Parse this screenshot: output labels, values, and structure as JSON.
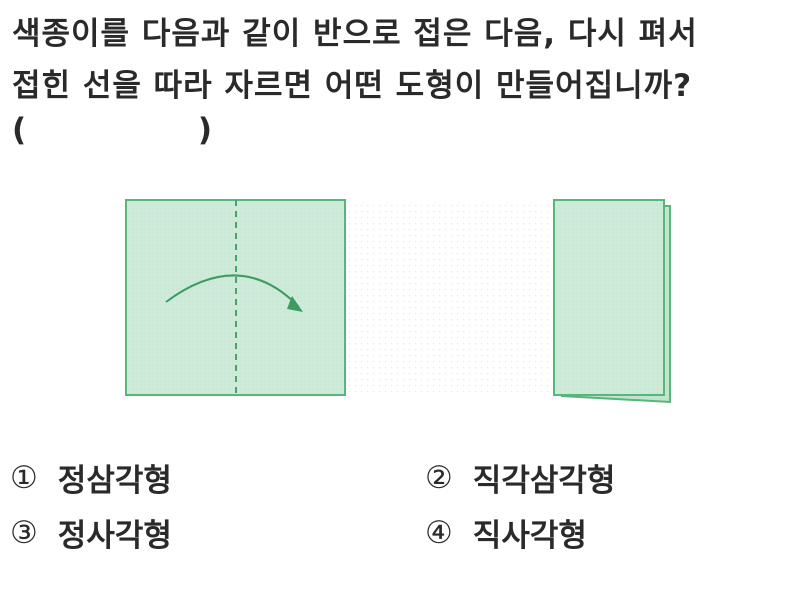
{
  "question": {
    "line1": "색종이를 다음과 같이 반으로 접은 다음, 다시 펴서",
    "line2": "접힌 선을 따라 자르면 어떤 도형이 만들어집니까?",
    "blank_open": "(",
    "blank_close": ")"
  },
  "colors": {
    "paper_fill": "#cdebd8",
    "paper_edge": "#57b67a",
    "fold_line": "#4aa36b",
    "text": "#2a2a2a"
  },
  "options": [
    {
      "num": "①",
      "label": "정삼각형"
    },
    {
      "num": "②",
      "label": "직각삼각형"
    },
    {
      "num": "③",
      "label": "정사각형"
    },
    {
      "num": "④",
      "label": "직사각형"
    }
  ]
}
